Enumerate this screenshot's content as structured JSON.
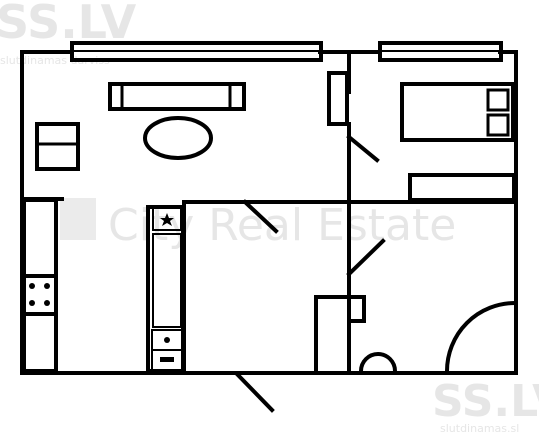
{
  "watermarks": {
    "site_top": "SS.LV",
    "site_top_sub": "slutdinamas darviss",
    "agency": "City Real Estate",
    "site_bottom": "SS.LV",
    "site_bottom_sub": "slutdinamas.sl"
  },
  "icons": {
    "fridge": "star-icon",
    "hob": "stove-burners-icon",
    "sink": "sink-icon"
  },
  "colors": {
    "wall": "#000000",
    "background": "#ffffff",
    "watermark": "#e6e6e6"
  }
}
